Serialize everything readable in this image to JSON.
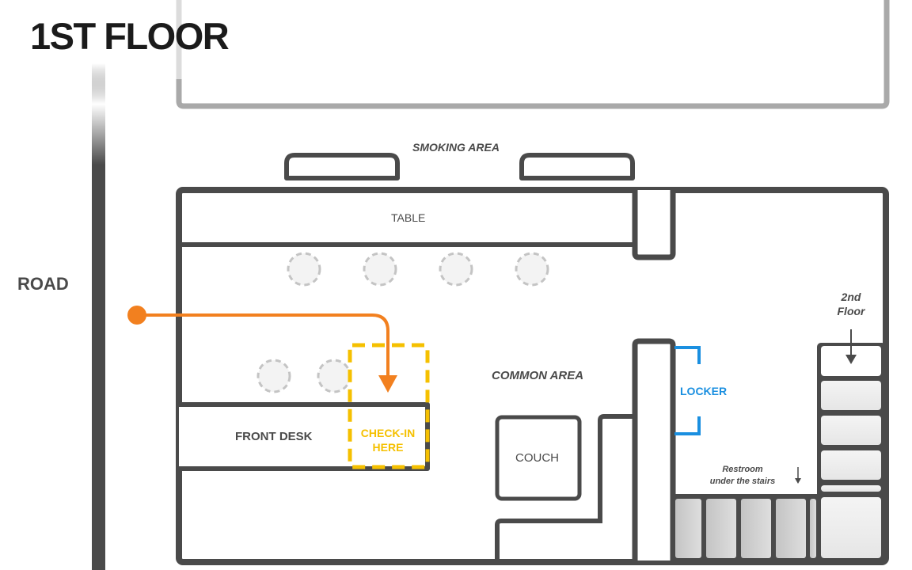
{
  "map": {
    "title": "1ST FLOOR",
    "labels": {
      "road": "ROAD",
      "smoking_area": "SMOKING AREA",
      "table": "TABLE",
      "common_area": "COMMON AREA",
      "front_desk": "FRONT DESK",
      "check_in_line1": "CHECK-IN",
      "check_in_line2": "HERE",
      "couch": "COUCH",
      "locker": "LOCKER",
      "restroom_line1": "Restroom",
      "restroom_line2": "under the stairs",
      "second_floor_line1": "2nd",
      "second_floor_line2": "Floor"
    },
    "colors": {
      "wall": "#4a4a4a",
      "route": "#f2801f",
      "check_in": "#f5c000",
      "locker": "#1a8fe0",
      "faded_wall": "#a9a9a9"
    },
    "stools": {
      "table_row_count": 4,
      "front_desk_row_count": 2
    },
    "restroom_stalls": 5,
    "stair_steps": 6
  }
}
